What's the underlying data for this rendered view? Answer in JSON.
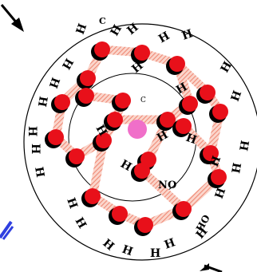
{
  "diagram": {
    "labels": {
      "h": "H",
      "c": "C",
      "n": "N",
      "o": "O",
      "ring_hs": [
        "H",
        "H",
        "H",
        "H",
        "H",
        "H",
        "H",
        "H",
        "H",
        "H",
        "H",
        "H",
        "H",
        "H",
        "H",
        "H",
        "H",
        "H",
        "H",
        "H",
        "H",
        "H",
        "H",
        "H",
        "H",
        "H",
        "H",
        "H",
        "H",
        "H"
      ],
      "inner_c": "C",
      "ho": "HO"
    },
    "colors": {
      "carbon_atom": "#e8101a",
      "atom_shadow": "#000000",
      "bond_hatch": "#f3a090",
      "center_atom": "#f06fc9",
      "outline": "#000000",
      "arrow_blue": "#2f3fe0"
    }
  }
}
